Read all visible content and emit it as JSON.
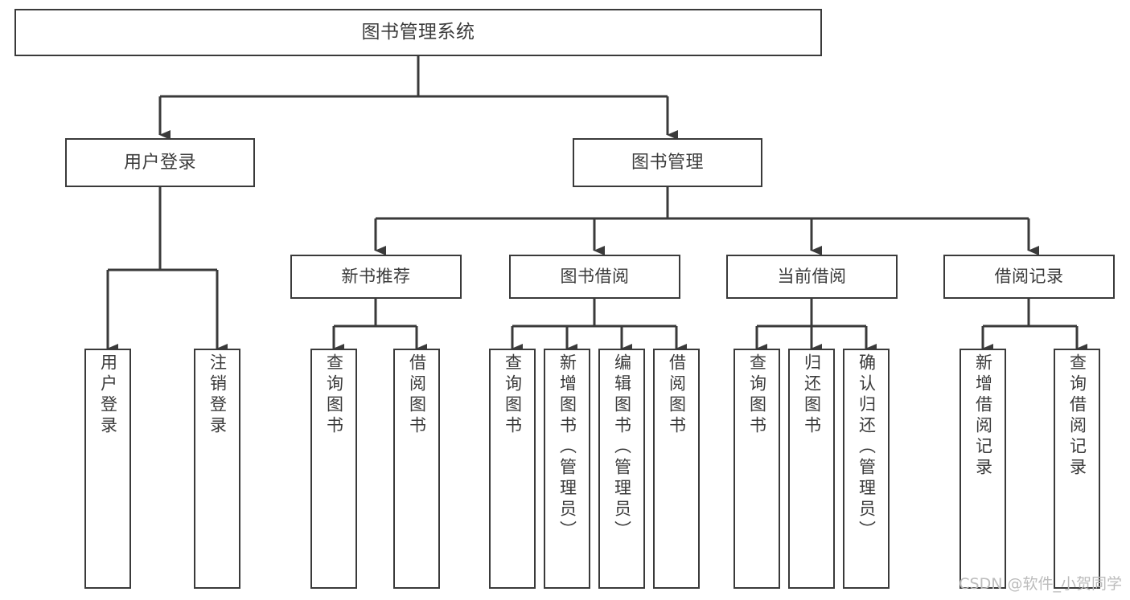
{
  "diagram": {
    "title": "图书管理系统",
    "type": "tree-hierarchy",
    "watermark": "CSDN @软件_小贺同学",
    "theme": {
      "background": "#ffffff",
      "box_border": "#3a3a3a",
      "box_fill": "#ffffff",
      "connector": "#3a3a3a",
      "text": "#3b3b3b",
      "watermark_text": "#bcbcbc"
    },
    "root": {
      "id": "root",
      "label": "图书管理系统"
    },
    "level1": [
      {
        "id": "user-login",
        "label": "用户登录"
      },
      {
        "id": "book-manage",
        "label": "图书管理"
      }
    ],
    "level2": [
      {
        "id": "new-book-recommend",
        "label": "新书推荐",
        "parent": "book-manage"
      },
      {
        "id": "book-borrow",
        "label": "图书借阅",
        "parent": "book-manage"
      },
      {
        "id": "current-borrow",
        "label": "当前借阅",
        "parent": "book-manage"
      },
      {
        "id": "borrow-record",
        "label": "借阅记录",
        "parent": "book-manage"
      }
    ],
    "leaves": [
      {
        "id": "leaf-user-login",
        "label": "用户登录",
        "parent": "user-login"
      },
      {
        "id": "leaf-user-logout",
        "label": "注销登录",
        "parent": "user-login"
      },
      {
        "id": "leaf-query-book-1",
        "label": "查询图书",
        "parent": "new-book-recommend"
      },
      {
        "id": "leaf-borrow-book-1",
        "label": "借阅图书",
        "parent": "new-book-recommend"
      },
      {
        "id": "leaf-query-book-2",
        "label": "查询图书",
        "parent": "book-borrow"
      },
      {
        "id": "leaf-add-book",
        "label": "新增图书（管理员）",
        "parent": "book-borrow"
      },
      {
        "id": "leaf-edit-book",
        "label": "编辑图书（管理员）",
        "parent": "book-borrow"
      },
      {
        "id": "leaf-borrow-book-2",
        "label": "借阅图书",
        "parent": "book-borrow"
      },
      {
        "id": "leaf-query-book-3",
        "label": "查询图书",
        "parent": "current-borrow"
      },
      {
        "id": "leaf-return-book",
        "label": "归还图书",
        "parent": "current-borrow"
      },
      {
        "id": "leaf-confirm-return",
        "label": "确认归还（管理员）",
        "parent": "current-borrow"
      },
      {
        "id": "leaf-add-record",
        "label": "新增借阅记录",
        "parent": "borrow-record"
      },
      {
        "id": "leaf-query-record",
        "label": "查询借阅记录",
        "parent": "borrow-record"
      }
    ]
  }
}
